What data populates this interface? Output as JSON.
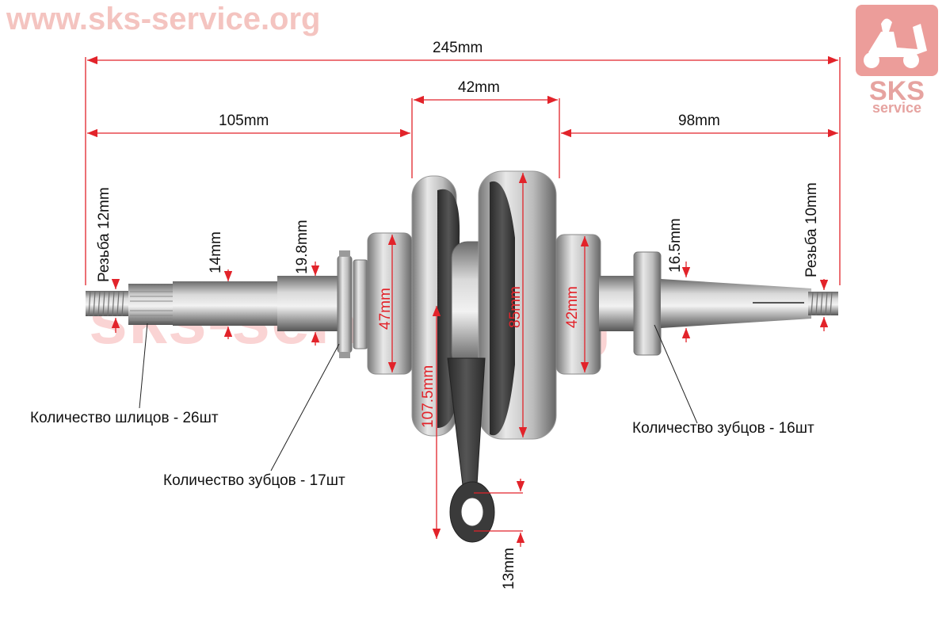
{
  "watermark": {
    "top": "www.sks-service.org",
    "center": "sks-service.org"
  },
  "logo": {
    "line1": "SKS",
    "line2": "service",
    "color": "#e6a3a0"
  },
  "dimensions": {
    "total_length": "245mm",
    "web_width": "42mm",
    "left_shaft": "105mm",
    "right_shaft": "98mm",
    "left_thread": "Резьба 12mm",
    "right_thread": "Резьба 10mm",
    "spline_diameter": "14mm",
    "sprocket_diameter": "19.8mm",
    "right_shaft_diameter": "16.5mm",
    "left_bearing": "47mm",
    "flywheel": "85mm",
    "right_bearing": "42mm",
    "rod_length": "107.5mm",
    "small_end": "13mm"
  },
  "notes": {
    "splines": "Количество шлицов - 26шт",
    "left_teeth": "Количество зубцов - 17шт",
    "right_teeth": "Количество зубцов - 16шт"
  },
  "colors": {
    "dimension_line": "#e2232a",
    "text": "#111111"
  }
}
